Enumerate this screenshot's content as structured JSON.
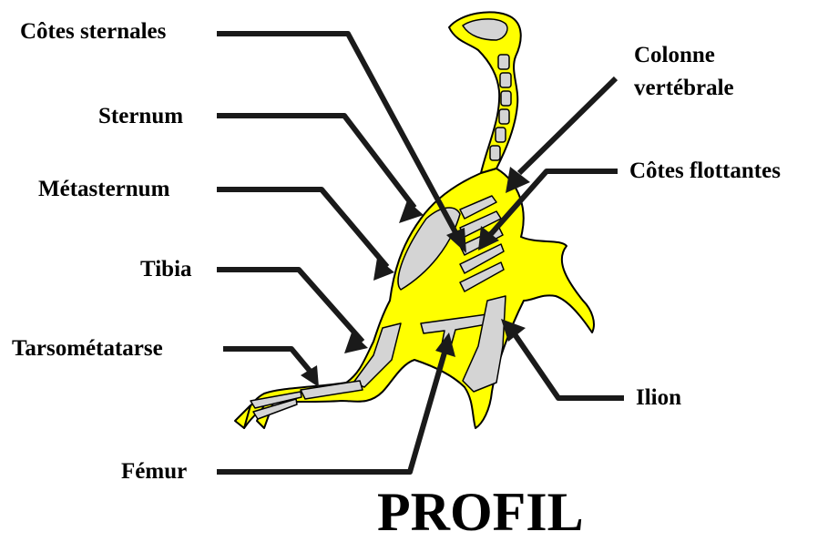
{
  "labels": {
    "cotes_sternales": "Côtes sternales",
    "sternum": "Sternum",
    "metasternum": "Métasternum",
    "tibia": "Tibia",
    "tarsometatarse": "Tarsométatarse",
    "femur": "Fémur",
    "colonne_l1": "Colonne",
    "colonne_l2": "vertébrale",
    "cotes_flottantes": "Côtes flottantes",
    "ilion": "Ilion"
  },
  "title": "PROFIL",
  "colors": {
    "body": "#ffff00",
    "bone": "#d4d4d4",
    "outline": "#000000",
    "leader": "#1a1a1a"
  }
}
